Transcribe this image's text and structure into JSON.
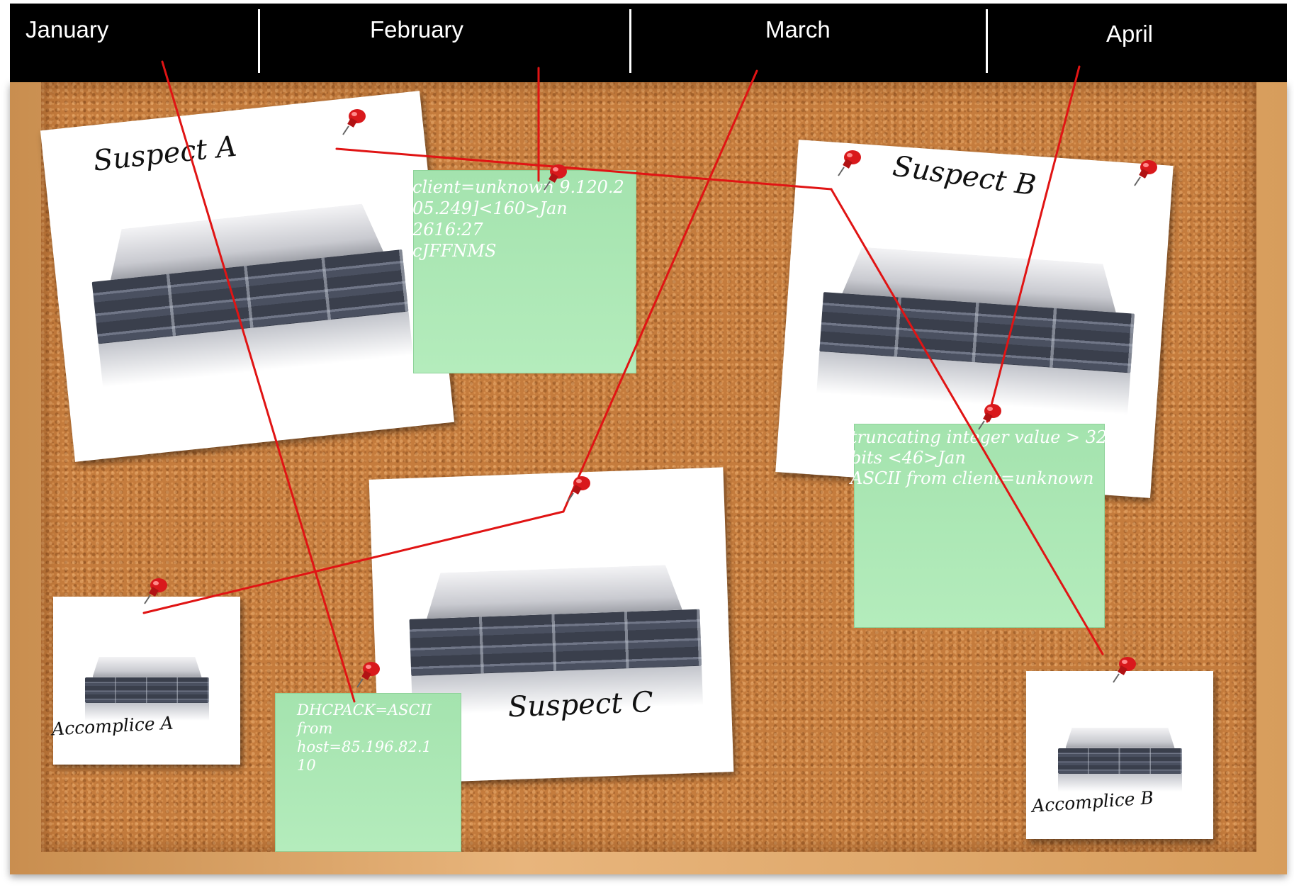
{
  "timeline": {
    "months": [
      "January",
      "February",
      "March",
      "April"
    ]
  },
  "cards": {
    "suspect_a": "Suspect A",
    "suspect_b": "Suspect B",
    "suspect_c": "Suspect C",
    "accomplice_a": "Accomplice A",
    "accomplice_b": "Accomplice B"
  },
  "notes": {
    "note_1": "client=unknown 9.120.2\n05.249]<160>Jan\n2616:27\ncJFFNMS",
    "note_2": "truncating integer value > 32\nbits <46>Jan\nASCII from client=unknown",
    "note_3": "DHCPACK=ASCII\nfrom\nhost=85.196.82.1\n10"
  },
  "colors": {
    "string": "#e01414",
    "note_green": "#a8e6b1",
    "header": "#000000",
    "cork": "#c57c3d",
    "pin": "#d9191c"
  },
  "icons": {
    "pin": "push-pin-icon",
    "server": "server-rack-icon"
  }
}
